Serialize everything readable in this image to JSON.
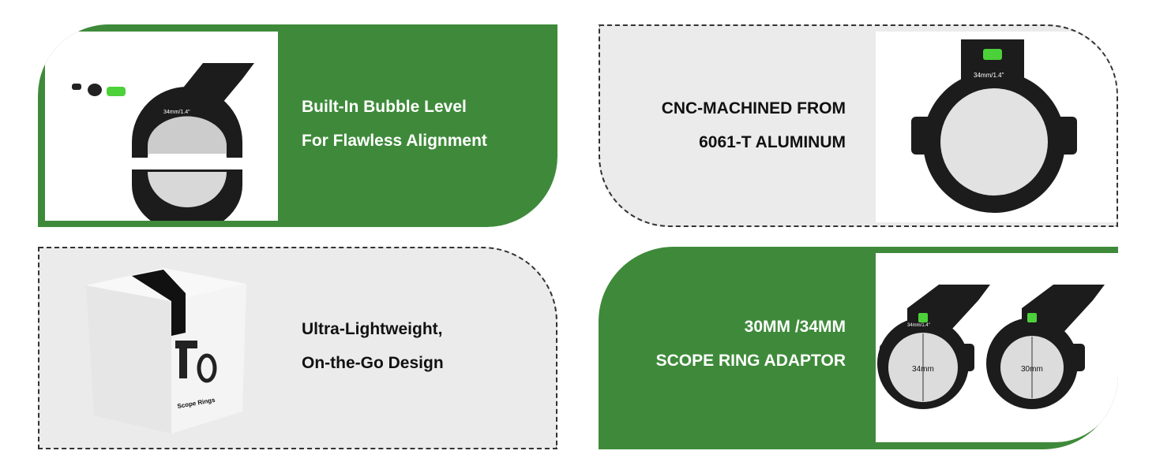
{
  "panels": [
    {
      "lines": [
        "Built-In Bubble Level",
        "For Flawless Alignment"
      ],
      "image_labels": [
        "34mm/1.4\""
      ]
    },
    {
      "lines": [
        "CNC-MACHINED FROM",
        "6061-T ALUMINUM"
      ],
      "image_labels": [
        "34mm/1.4\""
      ]
    },
    {
      "lines": [
        "Ultra-Lightweight,",
        "On-the-Go Design"
      ],
      "image_labels": [
        "Scope Rings"
      ]
    },
    {
      "lines": [
        "30MM /34MM",
        "SCOPE RING ADAPTOR"
      ],
      "image_labels": [
        "34mm/1.4\"",
        "34mm",
        "30mm"
      ]
    }
  ],
  "colors": {
    "green": "#3e8a3a",
    "gray": "#ebebeb"
  }
}
